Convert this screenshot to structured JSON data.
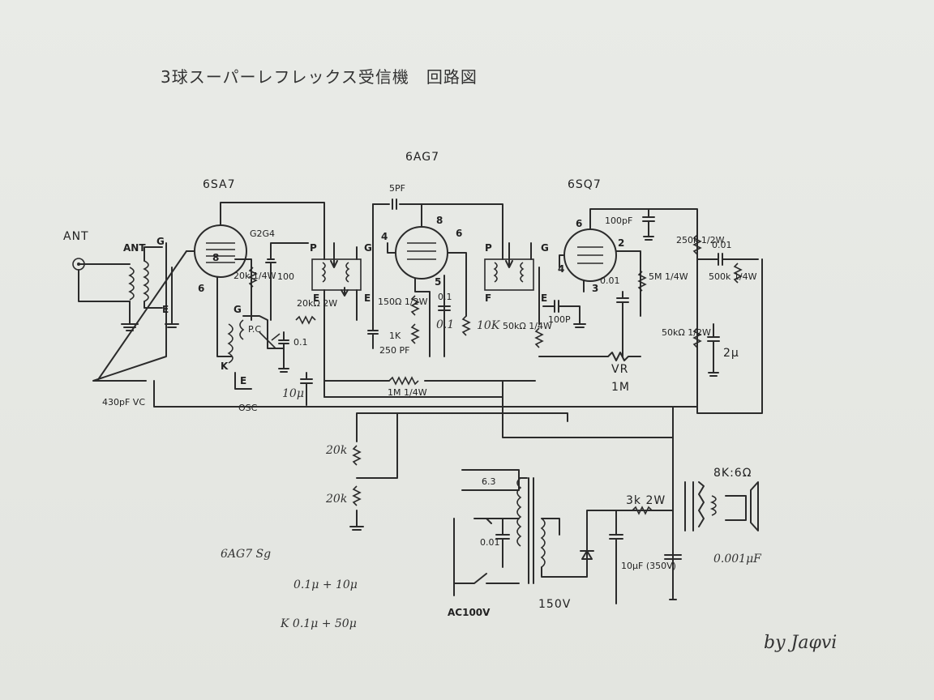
{
  "title": "3球スーパーレフレックス受信機　回路図",
  "tubes": [
    "6SA7",
    "6AG7",
    "6SQ7"
  ],
  "labels": {
    "ant_top": "ANT",
    "ant_coil": "ANT",
    "g1": "G",
    "e1": "E",
    "pin8": "8",
    "pin6a": "6",
    "g2g4": "G2G4",
    "r_20k_1_4w": "20k 1/4W",
    "c_100p_v": "100",
    "g_osc": "G",
    "pc": "P.C",
    "k_osc": "K",
    "e_osc": "E",
    "osc": "OSC",
    "vc": "430pF VC",
    "if1_p": "P",
    "if1_e": "E",
    "if1_g": "G",
    "if1_e2": "E",
    "r_20k_2w": "20kΩ 2W",
    "c_01_a": "0.1",
    "c_10u": "10μ",
    "c_5pf": "5PF",
    "pin4": "4",
    "pin8b": "8",
    "pin6b": "6",
    "pin5": "5",
    "r_150": "150Ω 1/2W",
    "c_01_b": "0.1",
    "c_01_b2": "0.1",
    "r_1k": "1K",
    "c_250pf": "250 PF",
    "r_10k": "10K",
    "r_1m": "1M 1/4W",
    "if2_p": "P",
    "if2_f": "F",
    "if2_g": "G",
    "if2_e": "E",
    "pin4c": "4",
    "r_50k_14": "50kΩ 1/4W",
    "c_100p_h": "100P",
    "pin6c": "6",
    "pin2": "2",
    "pin3": "3",
    "c_001": "0.01",
    "r_5m": "5M 1/4W",
    "vr": "VR",
    "vr_1m": "1M",
    "c_100pf_top": "100pF",
    "r_250k": "250k 1/2W",
    "c_001_out": "0.01",
    "r_500k": "500k 1/4W",
    "r_50k_12": "50kΩ 1/2W",
    "c_2u": "2μ",
    "r_20k_a": "20k",
    "r_20k_b": "20k",
    "v_63": "6.3",
    "c_001_ac": "0.01",
    "ac100": "AC100V",
    "v_150": "150V",
    "r_3k": "3k 2W",
    "c_10uf": "10μF (350V)",
    "spk": "8K:6Ω",
    "c_0001": "0.001μF"
  },
  "notes": {
    "note1": "6AG7 Sg",
    "note2": "0.1μ + 10μ",
    "note3": "K  0.1μ + 50μ"
  },
  "signature": "by Jaφvi"
}
